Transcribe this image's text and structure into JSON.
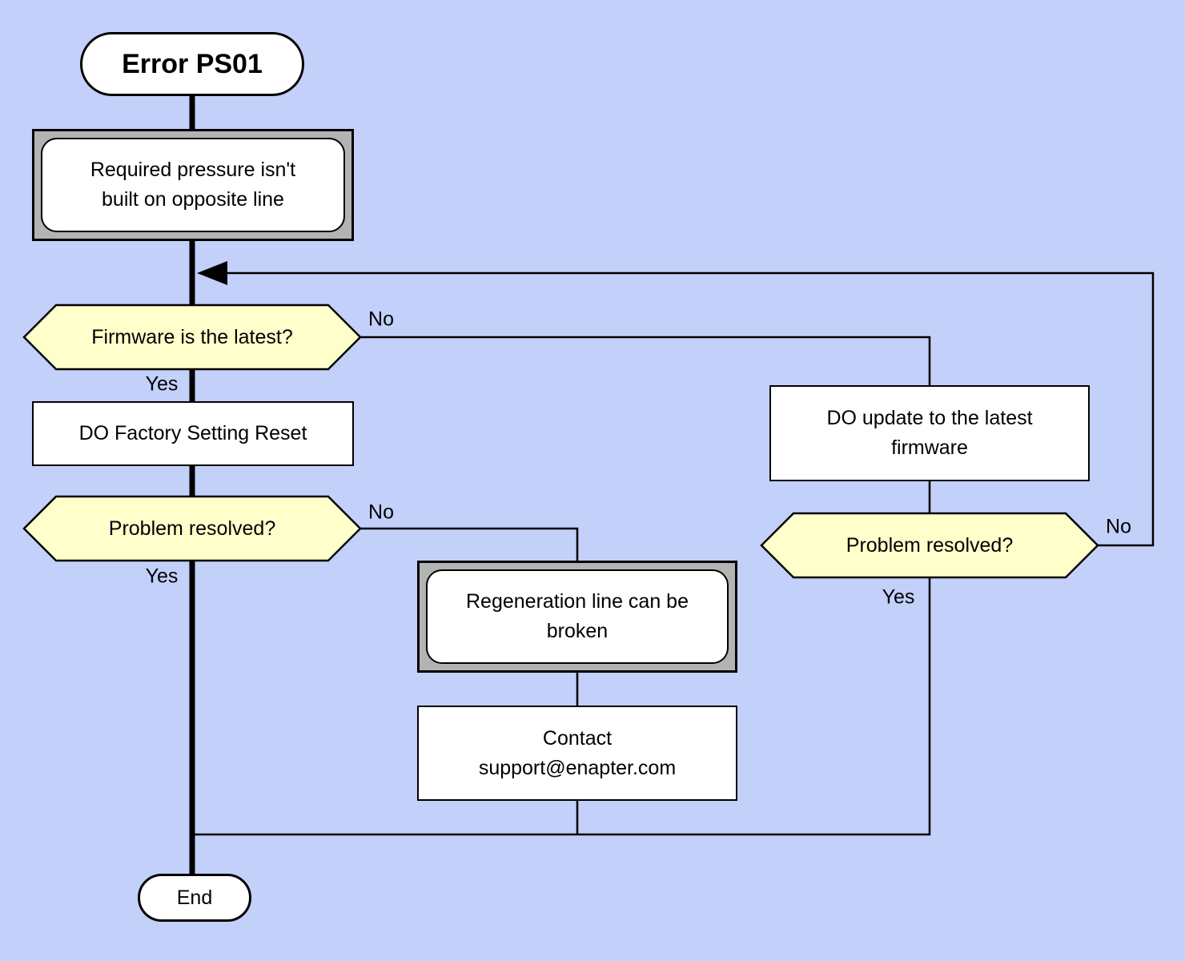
{
  "diagram": {
    "kind": "flowchart",
    "colors": {
      "background": "#c2d0fa",
      "decision_fill": "#ffffcc",
      "subroutine_frame_fill": "#b3b3b3",
      "node_fill": "#ffffff",
      "line": "#000000"
    },
    "nodes": {
      "start": {
        "label": "Error PS01",
        "type": "terminator"
      },
      "pressure_note": {
        "type": "subroutine",
        "lines": [
          "Required pressure isn't",
          "built on opposite line"
        ]
      },
      "firmware_decision": {
        "label": "Firmware is the latest?",
        "type": "decision"
      },
      "factory_reset": {
        "label": "DO Factory Setting Reset",
        "type": "process"
      },
      "resolved_left": {
        "label": "Problem resolved?",
        "type": "decision"
      },
      "regeneration_note": {
        "type": "subroutine",
        "lines": [
          "Regeneration line can be",
          "broken"
        ]
      },
      "contact_support": {
        "type": "process",
        "lines": [
          "Contact",
          "support@enapter.com"
        ]
      },
      "firmware_update": {
        "type": "process",
        "lines": [
          "DO update to the latest",
          "firmware"
        ]
      },
      "resolved_right": {
        "label": "Problem resolved?",
        "type": "decision"
      },
      "end": {
        "label": "End",
        "type": "terminator"
      }
    },
    "edge_labels": {
      "firmware_no": "No",
      "firmware_yes": "Yes",
      "resolved_left_no": "No",
      "resolved_left_yes": "Yes",
      "resolved_right_no": "No",
      "resolved_right_yes": "Yes"
    }
  }
}
